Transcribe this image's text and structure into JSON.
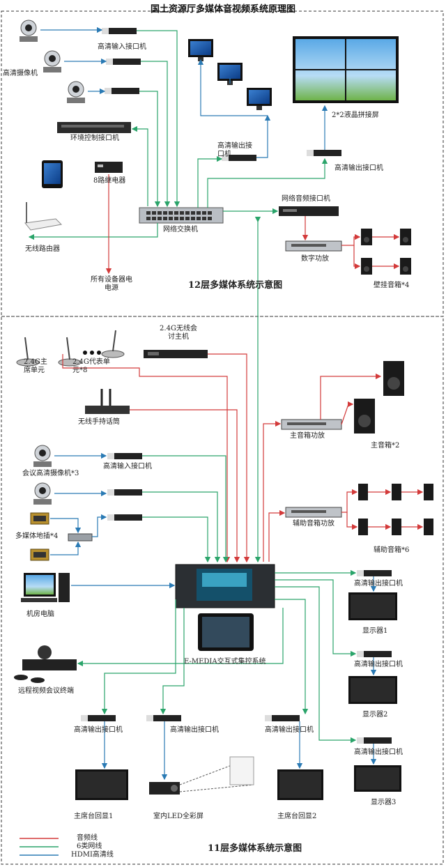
{
  "title": "国土资源厅多媒体音视频系统原理图",
  "sections": {
    "floor12": "12层多媒体系统示意图",
    "floor11": "11层多媒体系统示意图"
  },
  "labels": {
    "hd_input_1": "高清输入接口机",
    "hd_camera": "高清摄像机",
    "env_control": "环境控制接口机",
    "relay8": "8路继电器",
    "wireless_router": "无线路由器",
    "all_power": "所有设备器电电源",
    "network_switch": "网络交换机",
    "hd_output_12a": "高清输出接口机",
    "hd_output_12b": "高清输出接口机",
    "lcd_wall": "2*2液晶拼接屏",
    "net_audio": "网络音频接口机",
    "digital_amp": "数字功放",
    "wall_speakers": "壁挂音箱*4",
    "wireless_host": "2.4G无线会讨主机",
    "chair_unit": "2.4G主席单元",
    "delegate_unit": "2.4G代表单元*8",
    "handheld_mic": "无线手持话筒",
    "main_amp": "主音箱功放",
    "main_speakers": "主音箱*2",
    "conf_camera": "会议高清摄像机*3",
    "hd_input_2": "高清输入接口机",
    "aux_amp": "辅助音箱功放",
    "aux_speakers": "辅助音箱*6",
    "floor_box": "多媒体地插*4",
    "room_pc": "机房电脑",
    "emedia": "E-MEDIA交互式集控系统",
    "video_conf": "远程视频会议终端",
    "hd_out_r1": "高清输出接口机",
    "display1": "显示器1",
    "hd_out_r2": "高清输出接口机",
    "display2": "显示器2",
    "hd_out_r3": "高清输出接口机",
    "display3": "显示器3",
    "hd_out_b1": "高清输出接口机",
    "hd_out_b2": "高清输出接口机",
    "hd_out_b3": "高清输出接口机",
    "chair_return1": "主席台回显1",
    "led_screen": "室内LED全彩屏",
    "chair_return2": "主席台回显2"
  },
  "legend": [
    {
      "label": "音频线",
      "color": "#d33a3a"
    },
    {
      "label": "6类网线",
      "color": "#2aa46a"
    },
    {
      "label": "HDMI高清线",
      "color": "#2a7ab4"
    }
  ],
  "colors": {
    "audio": "#d33a3a",
    "network": "#2aa46a",
    "hdmi": "#2a7ab4"
  }
}
